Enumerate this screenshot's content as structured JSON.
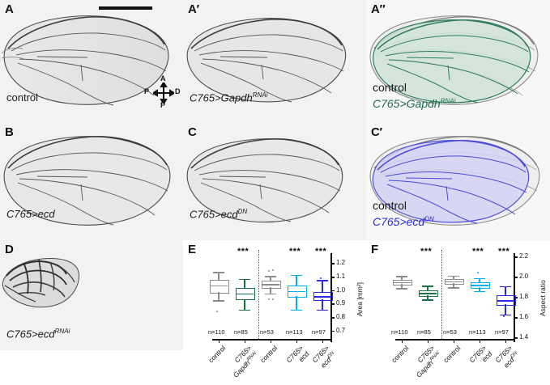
{
  "figure": {
    "panels": [
      {
        "letter": "A",
        "genotype": "control",
        "italic": false
      },
      {
        "letter": "A′",
        "genotype": "C765>Gapdh",
        "sup": "RNAi",
        "italic": true
      },
      {
        "letter": "A″",
        "overlay_top": "control",
        "genotype": "C765>Gapdh",
        "sup": "RNAi",
        "color": "#1f6b52"
      },
      {
        "letter": "B",
        "genotype": "C765>ecd",
        "italic": true
      },
      {
        "letter": "C",
        "genotype": "C765>ecd",
        "sup": "DN",
        "italic": true
      },
      {
        "letter": "C′",
        "overlay_top": "control",
        "genotype": "C765>ecd",
        "sup": "DN",
        "color": "#2a2ae0"
      },
      {
        "letter": "D",
        "genotype": "C765>ecd",
        "sup": "RNAi",
        "italic": true
      },
      {
        "letter": "E"
      },
      {
        "letter": "F"
      }
    ],
    "compass": {
      "top": "A",
      "left": "P",
      "right": "D",
      "bottom": "P"
    },
    "scalebar": {
      "label": ""
    }
  },
  "colors": {
    "control_gray": "#8c8c8c",
    "green": "#1a7347",
    "cyan": "#00b0f0",
    "blue": "#2a2ae0",
    "overlay_green": "#cfe3d8",
    "overlay_blue": "#cfcff2",
    "axis": "#111111"
  },
  "chart_data": [
    {
      "type": "box",
      "panel": "E",
      "title": "",
      "ylabel": "Area [mm²]",
      "ylim": [
        0.65,
        1.25
      ],
      "yticks": [
        0.7,
        0.8,
        0.9,
        1.0,
        1.1,
        1.2
      ],
      "yticklabels": [
        "0.7",
        "0.8",
        "0.9",
        "1.0",
        "1.1",
        "1.2"
      ],
      "grid": false,
      "divider_after_group": 2,
      "categories": [
        "control",
        "C765>Gapdh RNAi",
        "control",
        "C765>ecd",
        "C765>ecd DN"
      ],
      "category_lines": [
        [
          "control",
          ""
        ],
        [
          "C765>",
          "Gapdh RNAi"
        ],
        [
          "control",
          ""
        ],
        [
          "C765>",
          "ecd"
        ],
        [
          "C765>",
          "ecd DN"
        ]
      ],
      "counts": [
        "n=110",
        "n=85",
        "n=53",
        "n=113",
        "n=97"
      ],
      "significance": [
        "",
        "***",
        "",
        "***",
        "***"
      ],
      "boxes": [
        {
          "name": "control",
          "color": "#8c8c8c",
          "whisker_low": 0.925,
          "q1": 0.985,
          "median": 1.035,
          "q3": 1.075,
          "whisker_high": 1.135,
          "outliers": [
            0.845
          ]
        },
        {
          "name": "C765>Gapdh RNAi",
          "color": "#1a7347",
          "whisker_low": 0.855,
          "q1": 0.935,
          "median": 0.975,
          "q3": 1.015,
          "whisker_high": 1.085,
          "outliers": []
        },
        {
          "name": "control",
          "color": "#8c8c8c",
          "whisker_low": 0.975,
          "q1": 1.02,
          "median": 1.045,
          "q3": 1.07,
          "whisker_high": 1.105,
          "outliers": [
            1.14,
            1.15,
            0.93,
            0.935
          ]
        },
        {
          "name": "C765>ecd",
          "color": "#00b0f0",
          "whisker_low": 0.855,
          "q1": 0.955,
          "median": 0.995,
          "q3": 1.035,
          "whisker_high": 1.115,
          "outliers": []
        },
        {
          "name": "C765>ecd DN",
          "color": "#2a2ae0",
          "whisker_low": 0.855,
          "q1": 0.93,
          "median": 0.955,
          "q3": 0.985,
          "whisker_high": 1.075,
          "outliers": [
            1.09
          ]
        }
      ]
    },
    {
      "type": "box",
      "panel": "F",
      "title": "",
      "ylabel": "Aspect ratio",
      "ylim": [
        1.4,
        2.2
      ],
      "yticks": [
        1.4,
        1.6,
        1.8,
        2.0,
        2.2
      ],
      "yticklabels": [
        "1.4",
        "1.6",
        "1.8",
        "2.0",
        "2.2"
      ],
      "grid": false,
      "divider_after_group": 2,
      "categories": [
        "control",
        "C765>Gapdh RNAi",
        "control",
        "C765>ecd",
        "C765>ecd DN"
      ],
      "category_lines": [
        [
          "control",
          ""
        ],
        [
          "C765>",
          "Gapdh RNAi"
        ],
        [
          "control",
          ""
        ],
        [
          "C765>",
          "ecd"
        ],
        [
          "C765>",
          "ecd DN"
        ]
      ],
      "counts": [
        "n=110",
        "n=85",
        "n=53",
        "n=113",
        "n=97"
      ],
      "significance": [
        "",
        "***",
        "",
        "***",
        "***"
      ],
      "boxes": [
        {
          "name": "control",
          "color": "#8c8c8c",
          "whisker_low": 1.885,
          "q1": 1.925,
          "median": 1.945,
          "q3": 1.965,
          "whisker_high": 2.005,
          "outliers": []
        },
        {
          "name": "C765>Gapdh RNAi",
          "color": "#1a7347",
          "whisker_low": 1.775,
          "q1": 1.82,
          "median": 1.84,
          "q3": 1.865,
          "whisker_high": 1.91,
          "outliers": []
        },
        {
          "name": "control",
          "color": "#8c8c8c",
          "whisker_low": 1.895,
          "q1": 1.935,
          "median": 1.955,
          "q3": 1.975,
          "whisker_high": 2.01,
          "outliers": []
        },
        {
          "name": "C765>ecd",
          "color": "#00b0f0",
          "whisker_low": 1.86,
          "q1": 1.9,
          "median": 1.92,
          "q3": 1.945,
          "whisker_high": 1.985,
          "outliers": [
            2.04
          ]
        },
        {
          "name": "C765>ecd DN",
          "color": "#2a2ae0",
          "whisker_low": 1.625,
          "q1": 1.73,
          "median": 1.765,
          "q3": 1.815,
          "whisker_high": 1.905,
          "outliers": [
            1.605
          ]
        }
      ]
    }
  ]
}
